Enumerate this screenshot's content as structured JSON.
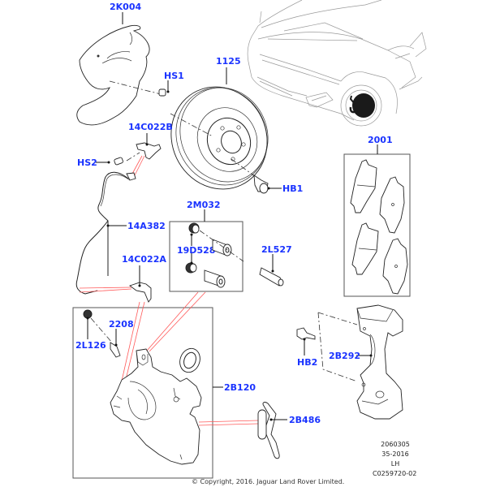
{
  "diagram": {
    "title": "Front brake disc, caliper and pads (LH)",
    "label_color": "#1a33ff",
    "leader_color": "#111111",
    "highlight_line_color": "#ff5a5a",
    "labels": {
      "shield": "2K004",
      "shield_bolt": "HS1",
      "disc": "1125",
      "sensor_bracket_upper": "14C022B",
      "sensor_bolt": "HS2",
      "disc_screw": "HB1",
      "pads": "2001",
      "caliper_guide_kit": "2M032",
      "guide_boot": "19D528",
      "guide_pin": "2L527",
      "sensor_harness": "14A382",
      "sensor_bracket_lower": "14C022A",
      "bleed_screw": "2208",
      "bleed_cap": "2L126",
      "carrier_bolt": "HB2",
      "carrier": "2B292",
      "caliper": "2B120",
      "anti_rattle_clip": "2B486"
    },
    "footer": {
      "lines": [
        "2060305",
        "35-2016",
        "LH",
        "C0259720-02"
      ],
      "copyright": "© Copyright, 2016. Jaguar Land Rover Limited."
    }
  }
}
